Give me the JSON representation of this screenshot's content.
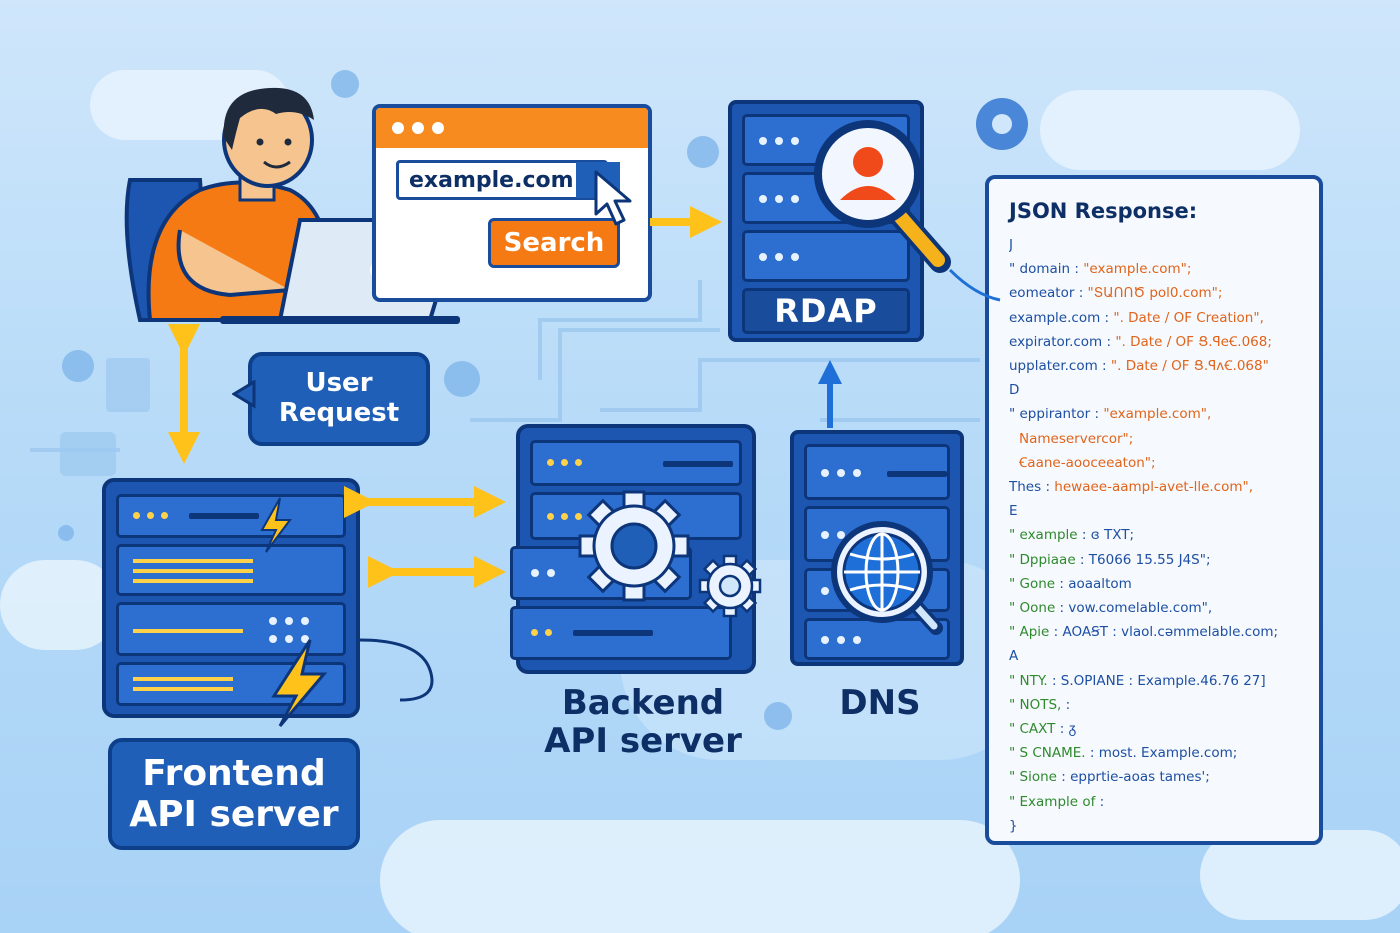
{
  "browser": {
    "url_text": "example.com",
    "search_label": "Search"
  },
  "labels": {
    "user_request": [
      "User",
      "Request"
    ],
    "frontend": [
      "Frontend",
      "API server"
    ],
    "backend": [
      "Backend",
      "API server"
    ],
    "dns": "DNS",
    "rdap": "RDAP"
  },
  "json_panel": {
    "title": "JSON Response:",
    "lines": [
      {
        "text": "J",
        "k": "br"
      },
      {
        "k": "\" domain",
        "v": "\"example.com\";"
      },
      {
        "k": "eomeator",
        "v": "\"ՏԱՈՈԾ pol0.com\";"
      },
      {
        "k": "example.com",
        "v": "\". Date / OF Creation\","
      },
      {
        "k": "expirator.com",
        "v": "\". Date / OF Ց.ꟼeꞒ.068;"
      },
      {
        "k": "upplater.com",
        "v": "\". Date / OF Ց.ꟼʌꞒ.068\""
      },
      {
        "text": "D",
        "k": "br"
      },
      {
        "k": "\" eppirantor",
        "v": "\"example.com\","
      },
      {
        "plain": "Nameservercor\";",
        "color": "v"
      },
      {
        "plain": "Ꞓaane-aooceeaton\";",
        "color": "v"
      },
      {
        "k": "Thes",
        "v": "hewaee-aampl-avet-lle.com\","
      },
      {
        "text": "E",
        "k": "br"
      },
      {
        "gk": "\" example",
        "b": "ɞ TXT;"
      },
      {
        "gk": "\" Dppiaae",
        "b": "T6066 15.55 J4S\";"
      },
      {
        "gk": "\" Gone",
        "b": "aoaaltom"
      },
      {
        "gk": "\" Oone",
        "b": "vow.comelable.com\","
      },
      {
        "gk": "\" Apie",
        "b": "AOAꞨT : vlaol.cəmmelable.com;"
      },
      {
        "text": "A",
        "k": "br"
      },
      {
        "gk": "\" NTY.",
        "b": "S.OPIANE : Example.46.76 27]"
      },
      {
        "gk": "\" NOTS,",
        "b": ""
      },
      {
        "gk": "\" CAXT",
        "b": "ᵹ"
      },
      {
        "gk": "\" S CNAME.",
        "b": "most. Example.com;"
      },
      {
        "gk": "\" Sione",
        "b": "epprtie-aoas tames';"
      },
      {
        "gk": "\" Example of",
        "b": ""
      },
      {
        "text": "}",
        "k": "br"
      }
    ]
  },
  "colors": {
    "navy": "#0d357a",
    "blue": "#1f5fb8",
    "orange": "#f57a14",
    "yellow": "#ffc21a",
    "sky": "#b7dbf8"
  }
}
